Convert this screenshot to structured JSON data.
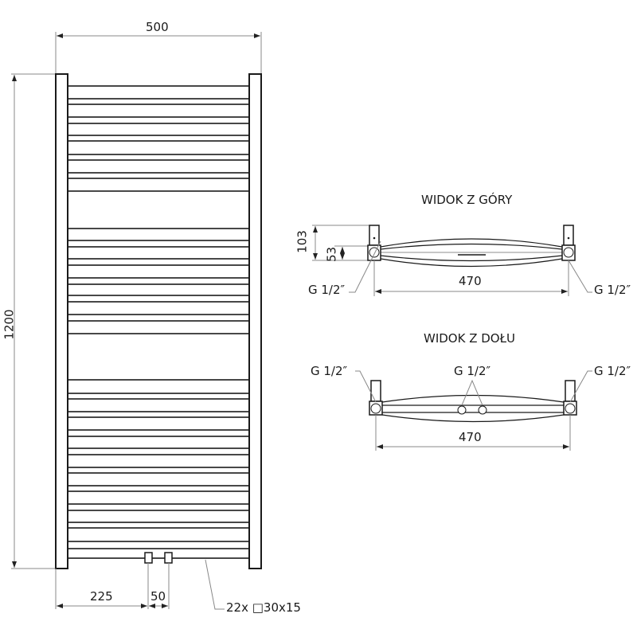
{
  "front_view": {
    "width_label": "500",
    "height_label": "1200",
    "offset_label": "225",
    "spacing_label": "50",
    "tube_label": "22x □30x15",
    "bars": [
      [
        108,
        124
      ],
      [
        131,
        147
      ],
      [
        155,
        170
      ],
      [
        177,
        194
      ],
      [
        201,
        217
      ],
      [
        224,
        240
      ],
      [
        287,
        302
      ],
      [
        310,
        325
      ],
      [
        333,
        349
      ],
      [
        357,
        371
      ],
      [
        379,
        395
      ],
      [
        403,
        419
      ],
      [
        477,
        494
      ],
      [
        501,
        517
      ],
      [
        524,
        540
      ],
      [
        548,
        563
      ],
      [
        571,
        587
      ],
      [
        594,
        610
      ],
      [
        617,
        633
      ],
      [
        641,
        656
      ],
      [
        663,
        680
      ],
      [
        689,
        701
      ]
    ]
  },
  "top_view": {
    "title": "WIDOK Z GÓRY",
    "depth_label": "103",
    "axis_label": "53",
    "width_label": "470",
    "left_connector": "G 1/2″",
    "right_connector": "G 1/2″"
  },
  "bottom_view": {
    "title": "WIDOK Z DOŁU",
    "width_label": "470",
    "left_connector": "G 1/2″",
    "center_connector": "G 1/2″",
    "right_connector": "G 1/2″"
  },
  "colors": {
    "line": "#1a1a1a",
    "dimension": "#888888"
  }
}
